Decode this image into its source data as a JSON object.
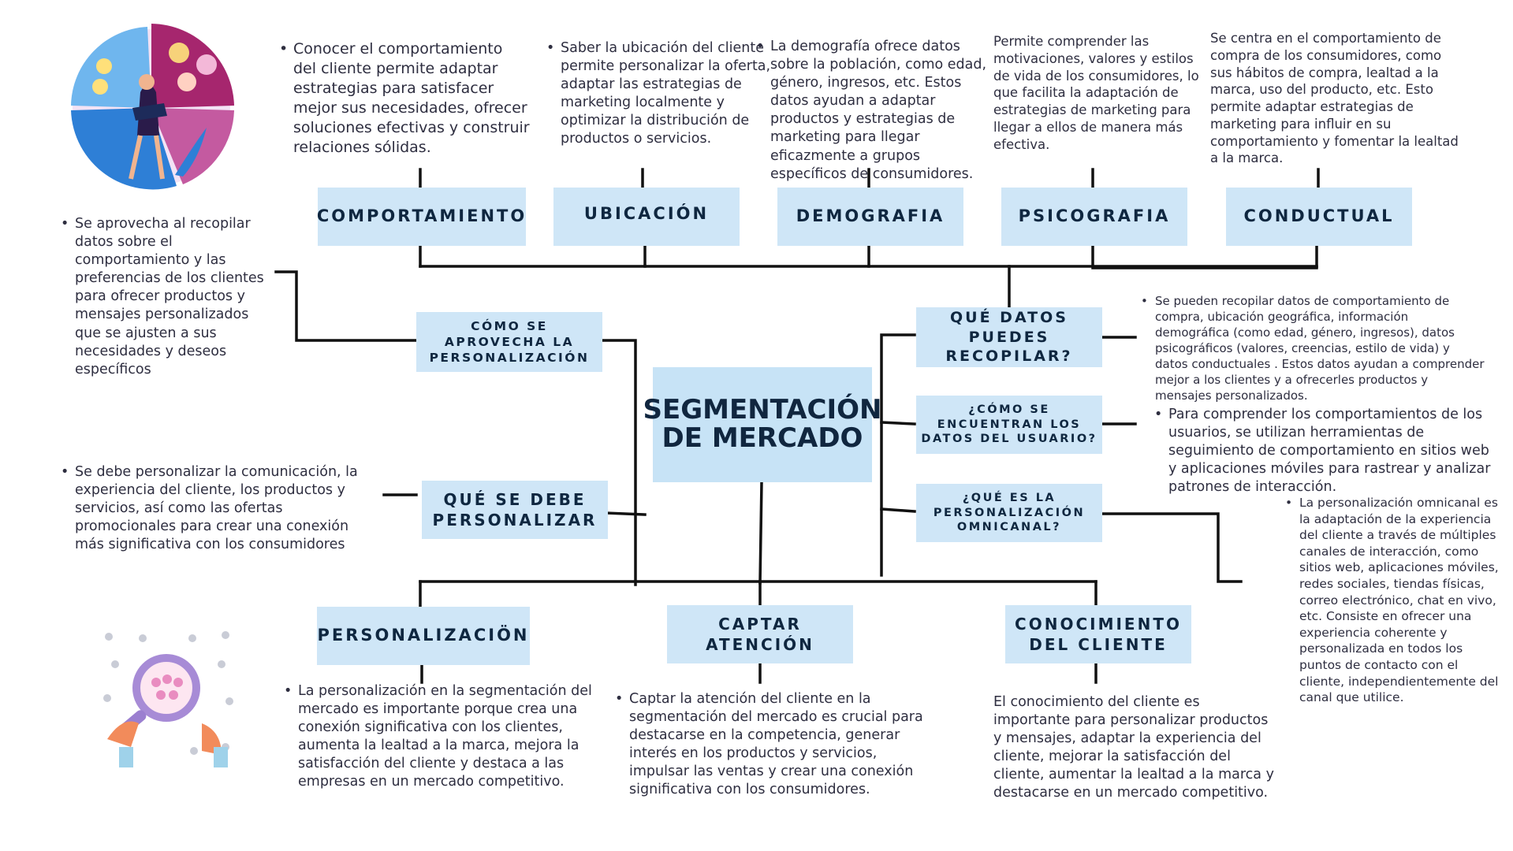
{
  "center_title": "SEGMENTACIÓN\nDE MERCADO",
  "top_categories": [
    {
      "label": "COMPORTAMIENTO",
      "description": "Conocer el comportamiento del cliente permite adaptar estrategias para satisfacer mejor sus necesidades, ofrecer soluciones efectivas y construir relaciones sólidas."
    },
    {
      "label": "UBICACIÓN",
      "description": "Saber la ubicación del cliente permite personalizar la oferta, adaptar las estrategias de marketing localmente y optimizar la distribución de productos o servicios."
    },
    {
      "label": "DEMOGRAFIA",
      "description": "La demografía ofrece datos sobre la población, como edad, género, ingresos, etc. Estos datos ayudan a adaptar productos y estrategias de marketing para llegar eficazmente a grupos específicos de consumidores."
    },
    {
      "label": "PSICOGRAFIA",
      "description": "Permite comprender las motivaciones, valores y estilos de vida de los consumidores, lo que facilita la adaptación de estrategias de marketing para llegar a ellos de manera más efectiva."
    },
    {
      "label": "CONDUCTUAL",
      "description": "Se centra en el comportamiento de compra de los consumidores, como sus hábitos de compra, lealtad a la marca, uso del producto, etc. Esto permite adaptar estrategias de marketing para influir en su comportamiento y fomentar la lealtad a la marca."
    }
  ],
  "left_questions": [
    {
      "label": "CÓMO SE\nAPROVECHA LA\nPERSONALIZACIÓN",
      "description": "Se aprovecha al recopilar datos sobre el comportamiento y las preferencias de los clientes para ofrecer productos y mensajes personalizados que se ajusten a sus necesidades y deseos específicos"
    },
    {
      "label": "QUÉ SE DEBE\nPERSONALIZAR",
      "description": "Se debe personalizar la comunicación, la experiencia del cliente, los productos y servicios, así como las ofertas promocionales para crear una conexión más significativa con los consumidores"
    }
  ],
  "right_questions": [
    {
      "label": "QUÉ DATOS\nPUEDES\nRECOPILAR?",
      "description": "Se pueden recopilar datos de comportamiento de compra, ubicación geográfica, información demográfica (como edad, género, ingresos), datos psicográficos (valores, creencias, estilo de vida) y datos conductuales . Estos datos ayudan a comprender mejor a los clientes y a ofrecerles productos y mensajes personalizados."
    },
    {
      "label": "¿CÓMO SE\nENCUENTRAN LOS\nDATOS DEL USUARIO?",
      "description": "Para comprender los comportamientos de los usuarios, se utilizan herramientas de seguimiento de comportamiento en sitios web y aplicaciones móviles para rastrear y analizar patrones de interacción."
    },
    {
      "label": "¿QUÉ ES LA\nPERSONALIZACIÓN\nOMNICANAL?",
      "description": "La personalización omnicanal es la adaptación de la experiencia del cliente a través de múltiples canales de interacción, como sitios web, aplicaciones móviles, redes sociales, tiendas físicas, correo electrónico, chat en vivo, etc. Consiste en ofrecer una experiencia coherente y personalizada en todos los puntos de contacto con el cliente, independientemente del canal que utilice."
    }
  ],
  "bottom_categories": [
    {
      "label": "PERSONALIZACIÖN",
      "description": "La personalización en la segmentación del mercado es importante porque crea una conexión significativa con los clientes, aumenta la lealtad a la marca, mejora la satisfacción del cliente y destaca a las empresas en un mercado competitivo."
    },
    {
      "label": "CAPTAR\nATENCIÓN",
      "description": "Captar la atención del cliente en la segmentación del mercado es crucial para destacarse en la competencia, generar interés en los productos y servicios, impulsar las ventas y crear una conexión significativa con los consumidores."
    },
    {
      "label": "CONOCIMIENTO\nDEL CLIENTE",
      "description": "El conocimiento del cliente es importante para personalizar productos y mensajes, adaptar la experiencia del cliente, mejorar la satisfacción del cliente, aumentar la lealtad a la marca y destacarse en un mercado competitivo."
    }
  ],
  "colors": {
    "box_fill": "#cfe6f7",
    "center_fill": "#c7e3f6",
    "line": "#111111",
    "text": "#2e2e40",
    "accent_pink": "#a6266e",
    "accent_blue": "#2e7fd6"
  },
  "illustrations": [
    "marketing-woman-chart-illustration",
    "magnifier-audience-illustration"
  ]
}
